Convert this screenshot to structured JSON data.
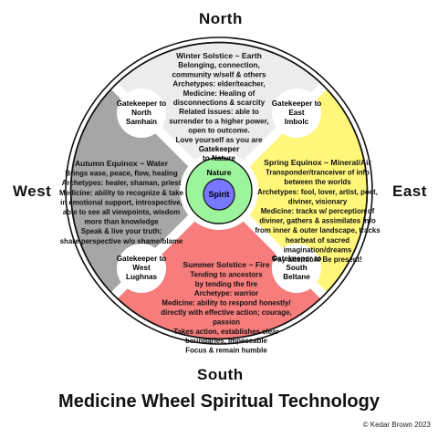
{
  "directions": {
    "north": "North",
    "south": "South",
    "east": "East",
    "west": "West"
  },
  "title": "Medicine Wheel Spiritual Technology",
  "copyright": "© Kedar Brown 2023",
  "colors": {
    "north": "#ececec",
    "east": "#fff67a",
    "south": "#f77c7c",
    "west": "#a6a6a6",
    "nature_ring": "#9cf49c",
    "spirit": "#7777ff",
    "outline": "#111111"
  },
  "quadrants": {
    "north": {
      "heading": "Winter Solstice ~ Earth",
      "lines": [
        "Belonging, connection,",
        "community w/self & others",
        "Archetypes: elder/teacher,",
        "Medicine: Healing of",
        "disconnections & scarcity",
        "Related issues: able to",
        "surrender to a higher power,",
        "open to outcome.",
        "Love yourself as you are"
      ]
    },
    "east": {
      "heading": "Spring Equinox ~ Mineral/Air",
      "lines": [
        "Transponder/tranceiver of info",
        "between the worlds",
        "Archetypes: fool, lover, artist, poet,",
        "diviner, visionary",
        "Medicine: tracks w/ perception of",
        "diviner, gathers & assimilates info",
        "from inner & outer landscape, tracks",
        "hearbeat of sacred",
        "imagination/dreams",
        "Pay attention! Be present!"
      ]
    },
    "south": {
      "heading": "Summer Solstice ~ Fire",
      "lines": [
        "Tending to ancestors",
        "by tending the fire",
        "Archetype: warrior",
        "Medicine: ability to respond honestly/",
        "directly with effective action; courage,",
        "passion",
        "Takes action, establishes clear",
        "boundaries, impeccable",
        "Focus & remain humble"
      ]
    },
    "west": {
      "heading": "Autumn Equinox ~ Water",
      "lines": [
        "Brings ease, peace, flow, healing",
        "Archetypes: healer, shaman, priest",
        "Medicine: ability to recognize & take",
        "in emotional support, introspective,",
        "able to see all viewpoints, wisdom",
        "more than knowledge",
        "Speak & live your truth;",
        "share perspective w/o shame/blame"
      ]
    }
  },
  "gatekeepers": {
    "north_samhain": [
      "Gatekeeper to",
      "North",
      "Samhain"
    ],
    "east_imbolc": [
      "Gatekeeper to",
      "East",
      "Imbolc"
    ],
    "west_lughnas": [
      "Gatekeeper to",
      "West",
      "Lughnas"
    ],
    "south_beltane": [
      "Gatekeeper to",
      "South",
      "Beltane"
    ]
  },
  "center": {
    "gatekeeper_nature": [
      "Gatekeeper",
      "to Nature"
    ],
    "nature": "Nature",
    "spirit": "Spirit"
  }
}
